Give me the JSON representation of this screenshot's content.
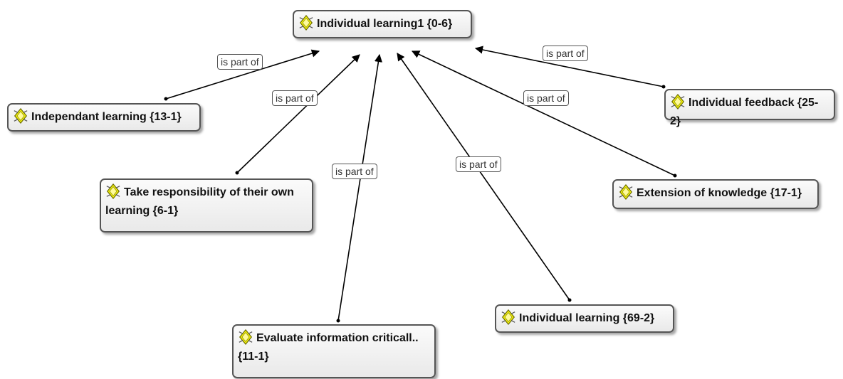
{
  "nodes": {
    "root": "Individual learning1 {0-6}",
    "independant": "Independant learning {13-1}",
    "take_responsibility": "Take responsibility of their own learning {6-1}",
    "evaluate": "Evaluate information criticall.. {11-1}",
    "individual_learning": "Individual learning {69-2}",
    "extension": "Extension of knowledge {17-1}",
    "feedback": "Individual feedback {25-2}"
  },
  "edge_labels": {
    "e1": "is part of",
    "e2": "is part of",
    "e3": "is part of",
    "e4": "is part of",
    "e5": "is part of",
    "e6": "is part of"
  },
  "icon": "code-node-icon",
  "colors": {
    "icon_fill": "#f4f20c",
    "icon_stroke": "#6b6b00"
  }
}
